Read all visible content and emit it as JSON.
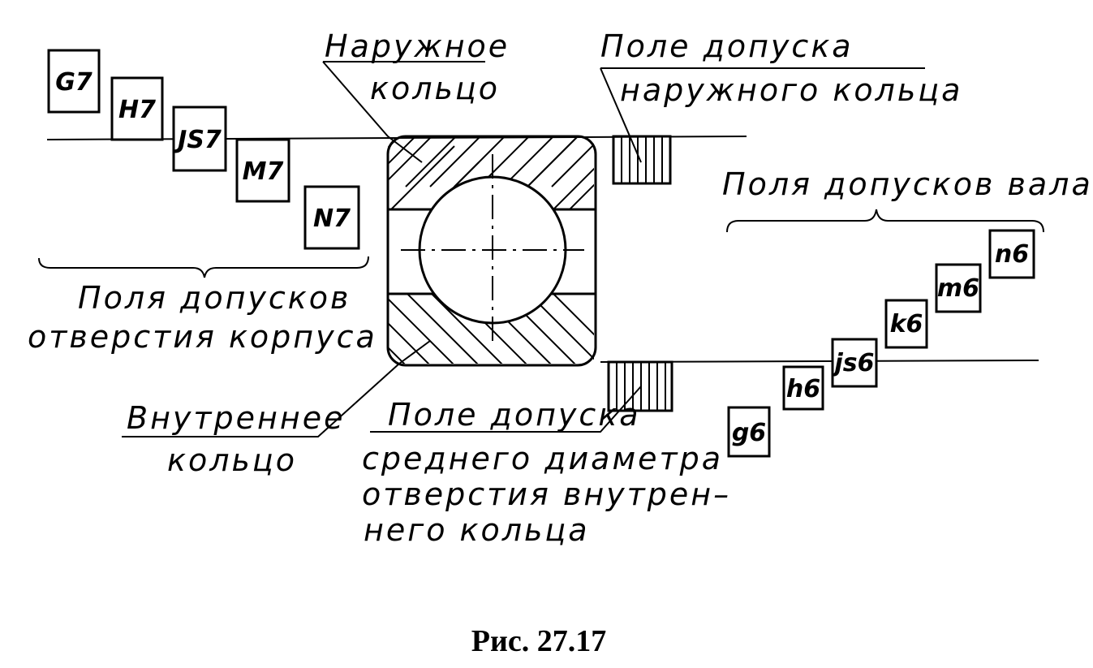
{
  "labels": {
    "outer_ring": [
      "Наружное",
      "кольцо"
    ],
    "outer_ring_tolerance": [
      "Поле допуска",
      "наружного кольца"
    ],
    "shaft_tolerances": "Поля допусков вала",
    "housing_tolerances": [
      "Поля допусков",
      "отверстия корпуса"
    ],
    "inner_ring": [
      "Внутреннее",
      "кольцо"
    ],
    "inner_ring_tolerance": [
      "Поле допуска",
      "среднего диаметра",
      "отверстия внутрен–",
      "него кольца"
    ]
  },
  "housing_fields": [
    "G7",
    "H7",
    "JS7",
    "M7",
    "N7"
  ],
  "shaft_fields": [
    "g6",
    "h6",
    "js6",
    "k6",
    "m6",
    "n6"
  ],
  "caption": "Рис. 27.17"
}
